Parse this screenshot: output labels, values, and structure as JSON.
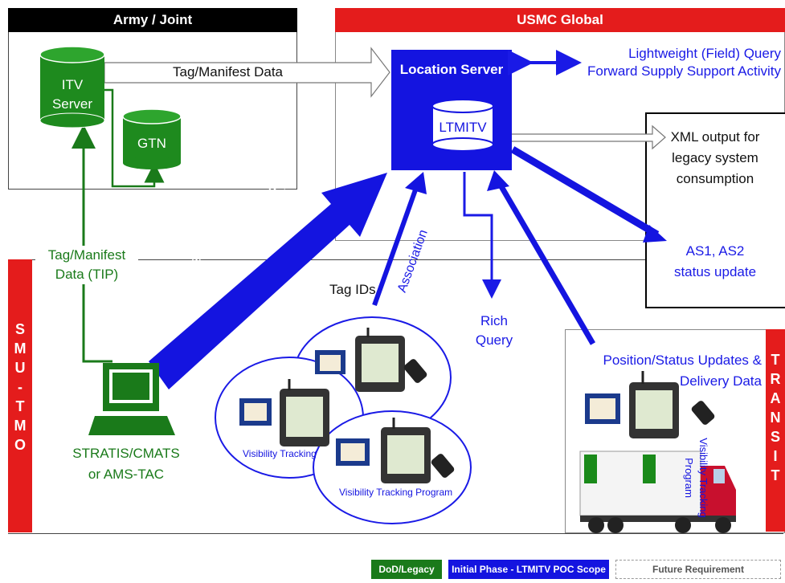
{
  "zones": {
    "army_joint": "Army / Joint",
    "usmc_global": "USMC Global",
    "smu_tmo_letters": [
      "S",
      "M",
      "U",
      "-",
      "T",
      "M",
      "O"
    ],
    "transit_letters": [
      "T",
      "R",
      "A",
      "N",
      "S",
      "I",
      "T"
    ]
  },
  "army": {
    "itv_server": [
      "ITV",
      "Server"
    ],
    "gtn": "GTN",
    "tag_manifest_data": "Tag/Manifest Data"
  },
  "usmc": {
    "location_server": "Location Server",
    "ltmitv": "LTMITV",
    "lightweight_query": [
      "Lightweight (Field) Query",
      "Forward Supply Support Activity"
    ],
    "xml_output": [
      "XML output for",
      "legacy system",
      "consumption"
    ],
    "as_status": [
      "AS1, AS2",
      "status update"
    ]
  },
  "smu": {
    "tip_label": [
      "Tag/Manifest",
      "Data (TIP)"
    ],
    "stratis": [
      "STRATIS/CMATS",
      "or AMS-TAC"
    ],
    "diag_arrow_label": "Tag/Manifest Data (TIP)",
    "association": "Association",
    "tag_ids": "Tag IDs",
    "rich_query": [
      "Rich",
      "Query"
    ],
    "vtp_small": "Visibility Tracking",
    "vtp_full": "Visibility Tracking Program"
  },
  "transit": {
    "position_updates": [
      "Position/Status Updates &",
      "Delivery Data"
    ],
    "vtp_vertical": [
      "Visibility Tracking",
      "Program"
    ]
  },
  "legend": {
    "dod_legacy": "DoD/Legacy",
    "initial_phase": "Initial Phase - LTMITV POC Scope",
    "future": "Future Requirement"
  },
  "colors": {
    "green": "#1a7a1a",
    "blue": "#1a1ae6",
    "red": "#e41c1c",
    "black": "#000000"
  }
}
